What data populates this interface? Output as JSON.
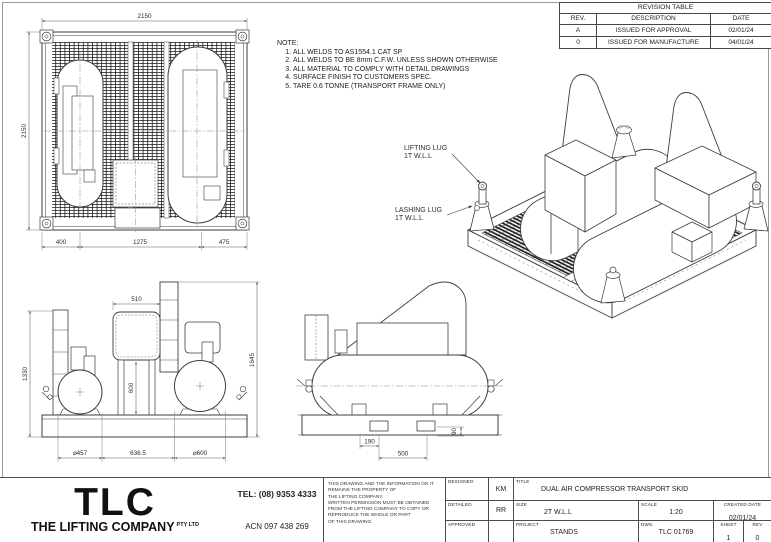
{
  "revision": {
    "title": "REVISION TABLE",
    "col_rev": "REV.",
    "col_desc": "DESCRIPTION",
    "col_date": "DATE",
    "rows": [
      {
        "rev": "A",
        "desc": "ISSUED FOR APPROVAL",
        "date": "02/01/24"
      },
      {
        "rev": "0",
        "desc": "ISSUED FOR MANUFACTURE",
        "date": "04/01/24"
      }
    ]
  },
  "notes": {
    "heading": "NOTE:",
    "items": [
      "ALL WELDS TO AS1554.1 CAT SP",
      "ALL WELDS TO BE 8mm C.F.W. UNLESS SHOWN OTHERWISE",
      "ALL MATERIAL TO COMPLY WITH DETAIL DRAWINGS",
      "SURFACE FINISH TO CUSTOMERS SPEC.",
      "TARE 0.6 TONNE (TRANSPORT FRAME ONLY)"
    ]
  },
  "plan": {
    "dim_width": "2150",
    "dim_height": "2150",
    "dim_b1": "400",
    "dim_b2": "1275",
    "dim_b3": "475"
  },
  "front": {
    "dim_top": "510",
    "dim_left": "1330",
    "dim_right": "1645",
    "dim_mid": "600",
    "dim_b1": "⌀457",
    "dim_b2": "636.5",
    "dim_b3": "⌀600"
  },
  "side": {
    "dim_1": "190",
    "dim_2": "500",
    "dim_3": "90"
  },
  "iso": {
    "lifting_line1": "LIFTING LUG",
    "lifting_line2": "1T W.L.L",
    "lashing_line1": "LASHING LUG",
    "lashing_line2": "1T W.L.L"
  },
  "title_block": {
    "logo_acronym": "TLC",
    "logo_name": "THE LIFTING COMPANY",
    "logo_suffix": "PTY LTD",
    "tel": "TEL: (08) 9353 4333",
    "acn": "ACN 097 438 269",
    "disclaimer_lines": [
      "THIS DRAWING AND THE INFORMATION ON IT",
      "REMAINS THE PROPERTY OF",
      "THE LIFTING COMPANY.",
      "WRITTEN PERMISSION MUST BE OBTAINED",
      "FROM THE LIFTING COMPANY TO COPY OR",
      "REPRODUCE THE WHOLE OR PART",
      "OF THIS DRAWING."
    ],
    "designed_label": "DESIGNED",
    "designed": "KM",
    "detailed_label": "DETAILED",
    "detailed": "RR",
    "approved_label": "APPROVED",
    "approved": "",
    "title_label": "TITLE",
    "title": "DUAL AIR COMPRESSOR TRANSPORT SKID",
    "size_label": "SIZE",
    "size": "2T W.L.L",
    "scale_label": "SCALE",
    "scale": "1:20",
    "created_label": "CREATED DATE",
    "created": "02/01/24",
    "project_label": "PROJECT",
    "project": "STANDS",
    "dwg_label": "DWG",
    "dwg": "TLC 01769",
    "sheet_label": "SHEET",
    "sheet": "1",
    "rev_label": "REV",
    "rev": "0"
  }
}
